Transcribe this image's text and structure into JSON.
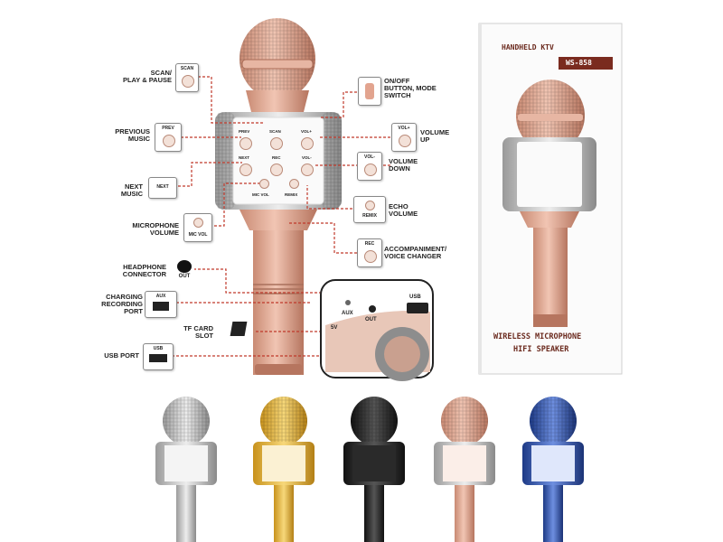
{
  "callouts": {
    "scan": "SCAN/\nPLAY & PAUSE",
    "onoff": "ON/OFF\nBUTTON, MODE\nSWITCH",
    "prev": "PREVIOUS\nMUSIC",
    "volup": "VOLUME\nUP",
    "voldown": "VOLUME\nDOWN",
    "next": "NEXT\nMUSIC",
    "echo": "ECHO\nVOLUME",
    "micvol": "MICROPHONE\nVOLUME",
    "accomp": "ACCOMPANIMENT/\nVOICE CHANGER",
    "headphone": "HEADPHONE\nCONNECTOR",
    "charging": "CHARGING\nRECORDING\nPORT",
    "tfcard": "TF CARD\nSLOT",
    "usbport": "USB PORT"
  },
  "thumbs": {
    "scan": "SCAN",
    "prev": "PREV",
    "next": "NEXT",
    "micvol": "MIC VOL",
    "volup": "VOL+",
    "voldown": "VOL-",
    "remix": "REMIX",
    "rec": "REC",
    "out": "OUT",
    "aux": "AUX",
    "usb": "USB"
  },
  "panel": {
    "prev": "PREV",
    "scan": "SCAN",
    "volup": "VOL+",
    "next": "NEXT",
    "rec": "REC",
    "voldown": "VOL-",
    "micvol": "MIC VOL",
    "remix": "REMIX"
  },
  "inset": {
    "usb": "USB",
    "out": "OUT",
    "aux": "AUX",
    "v5": "5V"
  },
  "box": {
    "brand": "HANDHELD KTV",
    "model": "WS-858",
    "line1": "WIRELESS MICROPHONE",
    "line2": "HIFI SPEAKER"
  },
  "colors": {
    "rosegold": "#d59a86",
    "callout_line": "#c0392b",
    "silver": "#c9c9c9",
    "gold": "#e6b63a",
    "black": "#222222",
    "blue": "#2d4fa8"
  },
  "variants": [
    "silver",
    "gold",
    "black",
    "rose-gold",
    "blue"
  ]
}
